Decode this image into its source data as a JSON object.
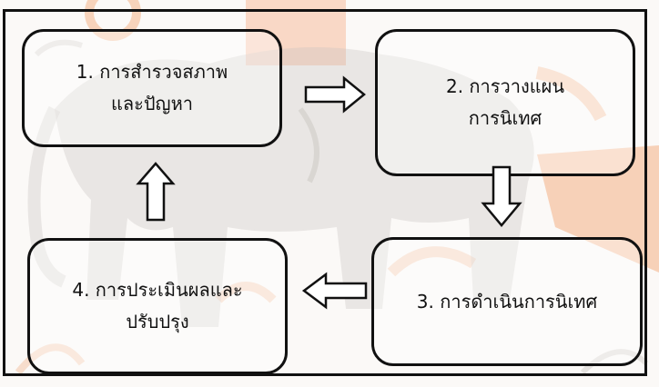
{
  "diagram": {
    "steps": [
      {
        "lines": [
          "1. การสำรวจสภาพ",
          "และปัญหา"
        ]
      },
      {
        "lines": [
          "2. การวางแผน",
          "การนิเทศ"
        ]
      },
      {
        "lines": [
          "3. การดำเนินการนิเทศ"
        ]
      },
      {
        "lines": [
          "4. การประเมินผลและ",
          "ปรับปรุง"
        ]
      }
    ],
    "flow": [
      "step-1 → step-2",
      "step-2 → step-3",
      "step-3 → step-4",
      "step-4 → step-1"
    ]
  },
  "colors": {
    "stroke": "#111111",
    "watermark_gray": "#c9c3c0",
    "watermark_orange": "#f2a878"
  },
  "icons": {
    "arrows": [
      "arrow-right-icon",
      "arrow-down-icon",
      "arrow-left-icon",
      "arrow-up-icon"
    ],
    "watermark": "university-seal-watermark"
  }
}
